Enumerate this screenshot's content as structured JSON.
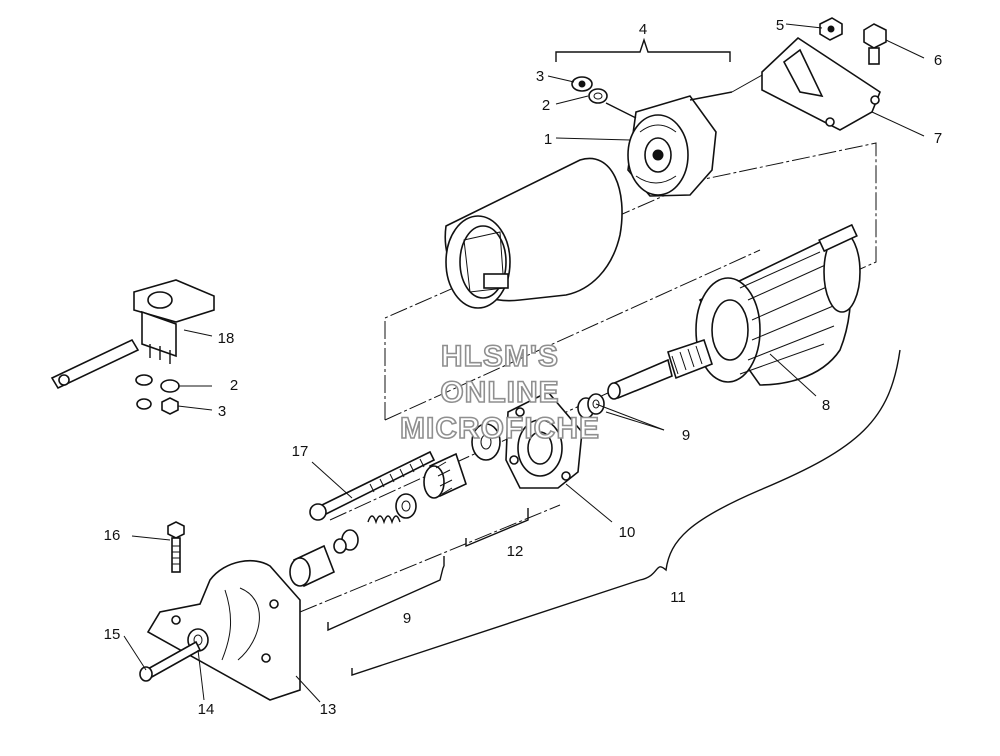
{
  "watermark": {
    "line1": "HLSM'S",
    "line2": "ONLINE",
    "line3": "MICROFICHE"
  },
  "callouts": {
    "c1": "1",
    "c2a": "2",
    "c2b": "2",
    "c3a": "3",
    "c3b": "3",
    "c4": "4",
    "c5": "5",
    "c6": "6",
    "c7": "7",
    "c8": "8",
    "c9a": "9",
    "c9b": "9",
    "c10": "10",
    "c11": "11",
    "c12": "12",
    "c13": "13",
    "c14": "14",
    "c15": "15",
    "c16": "16",
    "c17": "17",
    "c18": "18"
  }
}
